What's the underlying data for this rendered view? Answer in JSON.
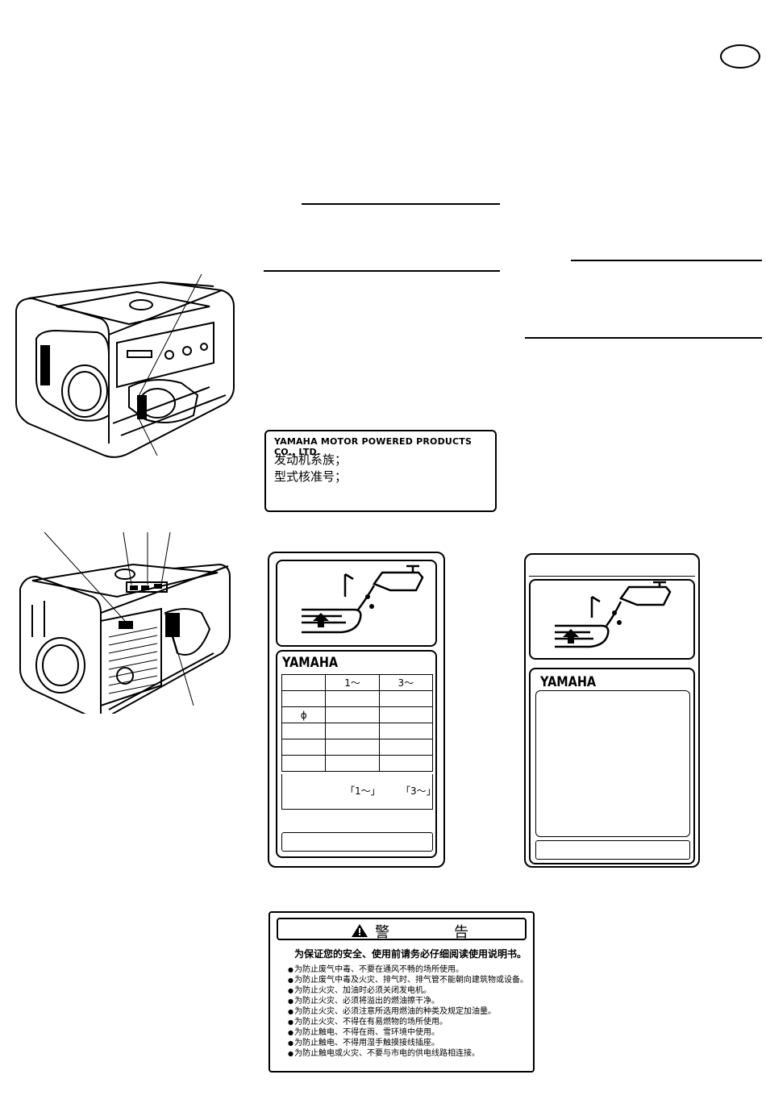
{
  "lang_tab": {
    "label": ""
  },
  "model_label": {
    "company": "YAMAHA MOTOR POWERED PRODUCTS CO., LTD.",
    "engine_family": "发动机系族；",
    "approval_number": "型式核准号；"
  },
  "output_label": {
    "brand": "YAMAHA",
    "columns": [
      "",
      "1～",
      "3～"
    ],
    "row_labels": [
      "",
      "ϕ",
      "",
      ""
    ],
    "note_1": "「1～」",
    "note_3": "「3～」"
  },
  "oil_label": {
    "brand": "YAMAHA"
  },
  "warning": {
    "title_1": "警",
    "title_2": "告",
    "intro": "为保证您的安全、使用前请务必仔细阅读使用说明书。",
    "items": [
      "为防止废气中毒、不要在通风不畅的场所使用。",
      "为防止废气中毒及火灾、排气时、排气管不能朝向建筑物或设备。",
      "为防止火灾、加油时必须关闭发电机。",
      "为防止火灾、必须将溢出的燃油擦干净。",
      "为防止火灾、必须注意所选用燃油的种类及规定加油量。",
      "为防止火灾、不得在有易燃物的场所使用。",
      "为防止触电、不得在雨、雪环境中使用。",
      "为防止触电、不得用湿手触摸接线插座。",
      "为防止触电或火灾、不要与市电的供电线路相连接。"
    ]
  }
}
